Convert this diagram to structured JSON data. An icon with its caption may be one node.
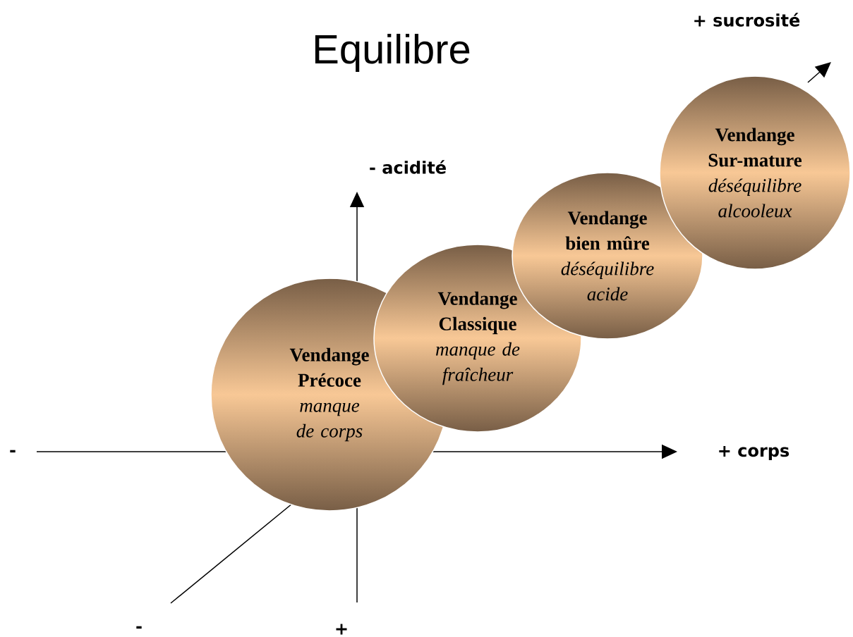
{
  "diagram": {
    "title": "Equilibre",
    "nodes": [
      {
        "text": [
          "Vendange Précoce",
          "manque de corps"
        ]
      },
      {
        "text": [
          "Vendange Classique",
          "manque de fraîcheur"
        ]
      },
      {
        "text": [
          "Vendange bien mûre",
          "déséquilibre acide"
        ]
      },
      {
        "text": [
          "Vendange Sur-mature",
          "déséquilibre alcooleux"
        ]
      }
    ],
    "labels": [
      "+ sucrosité",
      "- acidité",
      "-",
      "+ corps",
      "-",
      "+"
    ]
  }
}
